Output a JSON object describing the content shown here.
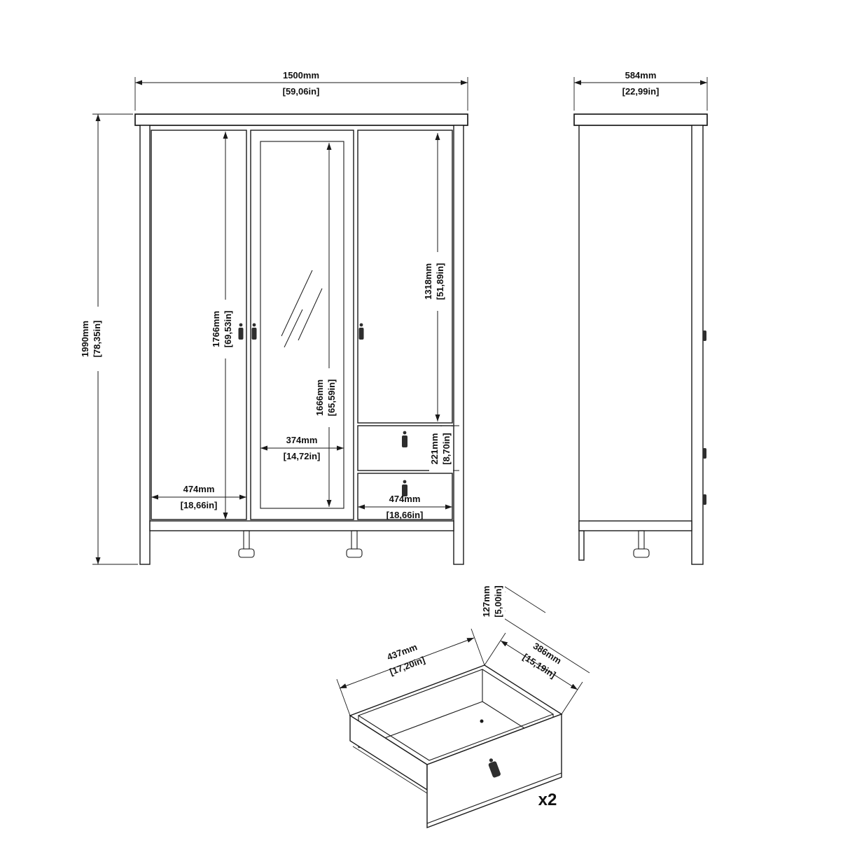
{
  "figure": {
    "front": {
      "width_mm": "1500mm",
      "width_in": "[59,06in]",
      "height_mm": "1990mm",
      "height_in": "[78,35in]",
      "left_door_mm": "1766mm",
      "left_door_in": "[69,53in]",
      "mirror_h_mm": "1666mm",
      "mirror_h_in": "[65,59in]",
      "right_door_mm": "1318mm",
      "right_door_in": "[51,89in]",
      "drawer_h_mm": "221mm",
      "drawer_h_in": "[8,70in]",
      "mirror_w_mm": "374mm",
      "mirror_w_in": "[14,72in]",
      "left_w_mm": "474mm",
      "left_w_in": "[18,66in]",
      "drawer_w_mm": "474mm",
      "drawer_w_in": "[18,66in]"
    },
    "side": {
      "depth_mm": "584mm",
      "depth_in": "[22,99in]"
    },
    "drawer": {
      "width_mm": "437mm",
      "width_in": "[17,20in]",
      "depth_mm": "386mm",
      "depth_in": "[15,19in]",
      "height_mm": "127mm",
      "height_in": "[5,00in]",
      "quantity": "x2"
    }
  }
}
